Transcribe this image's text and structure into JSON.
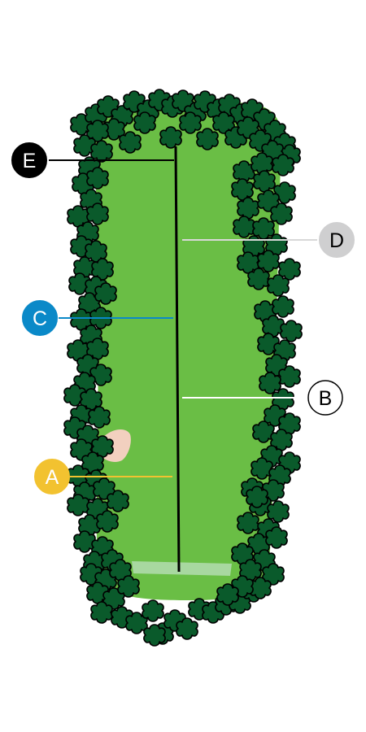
{
  "diagram": {
    "colors": {
      "fairway": "#6abe45",
      "tee": "#a8d8a0",
      "tree_fill": "#0a5a2b",
      "tree_outline": "#000000",
      "bunker": "#f2d0bf",
      "center_line": "#000000"
    },
    "markers": [
      {
        "id": "E",
        "label": "E",
        "color": "#000000",
        "text_color": "#ffffff",
        "outline": "#000000",
        "style": "filled"
      },
      {
        "id": "D",
        "label": "D",
        "color": "#cfcfd0",
        "text_color": "#000000",
        "outline": "#cfcfd0",
        "style": "filled"
      },
      {
        "id": "C",
        "label": "C",
        "color": "#0a89c8",
        "text_color": "#ffffff",
        "outline": "#0a89c8",
        "style": "filled"
      },
      {
        "id": "B",
        "label": "B",
        "color": "#ffffff",
        "text_color": "#000000",
        "outline": "#000000",
        "style": "outlined"
      },
      {
        "id": "A",
        "label": "A",
        "color": "#f2c230",
        "text_color": "#ffffff",
        "outline": "#f2c230",
        "style": "filled"
      }
    ]
  }
}
